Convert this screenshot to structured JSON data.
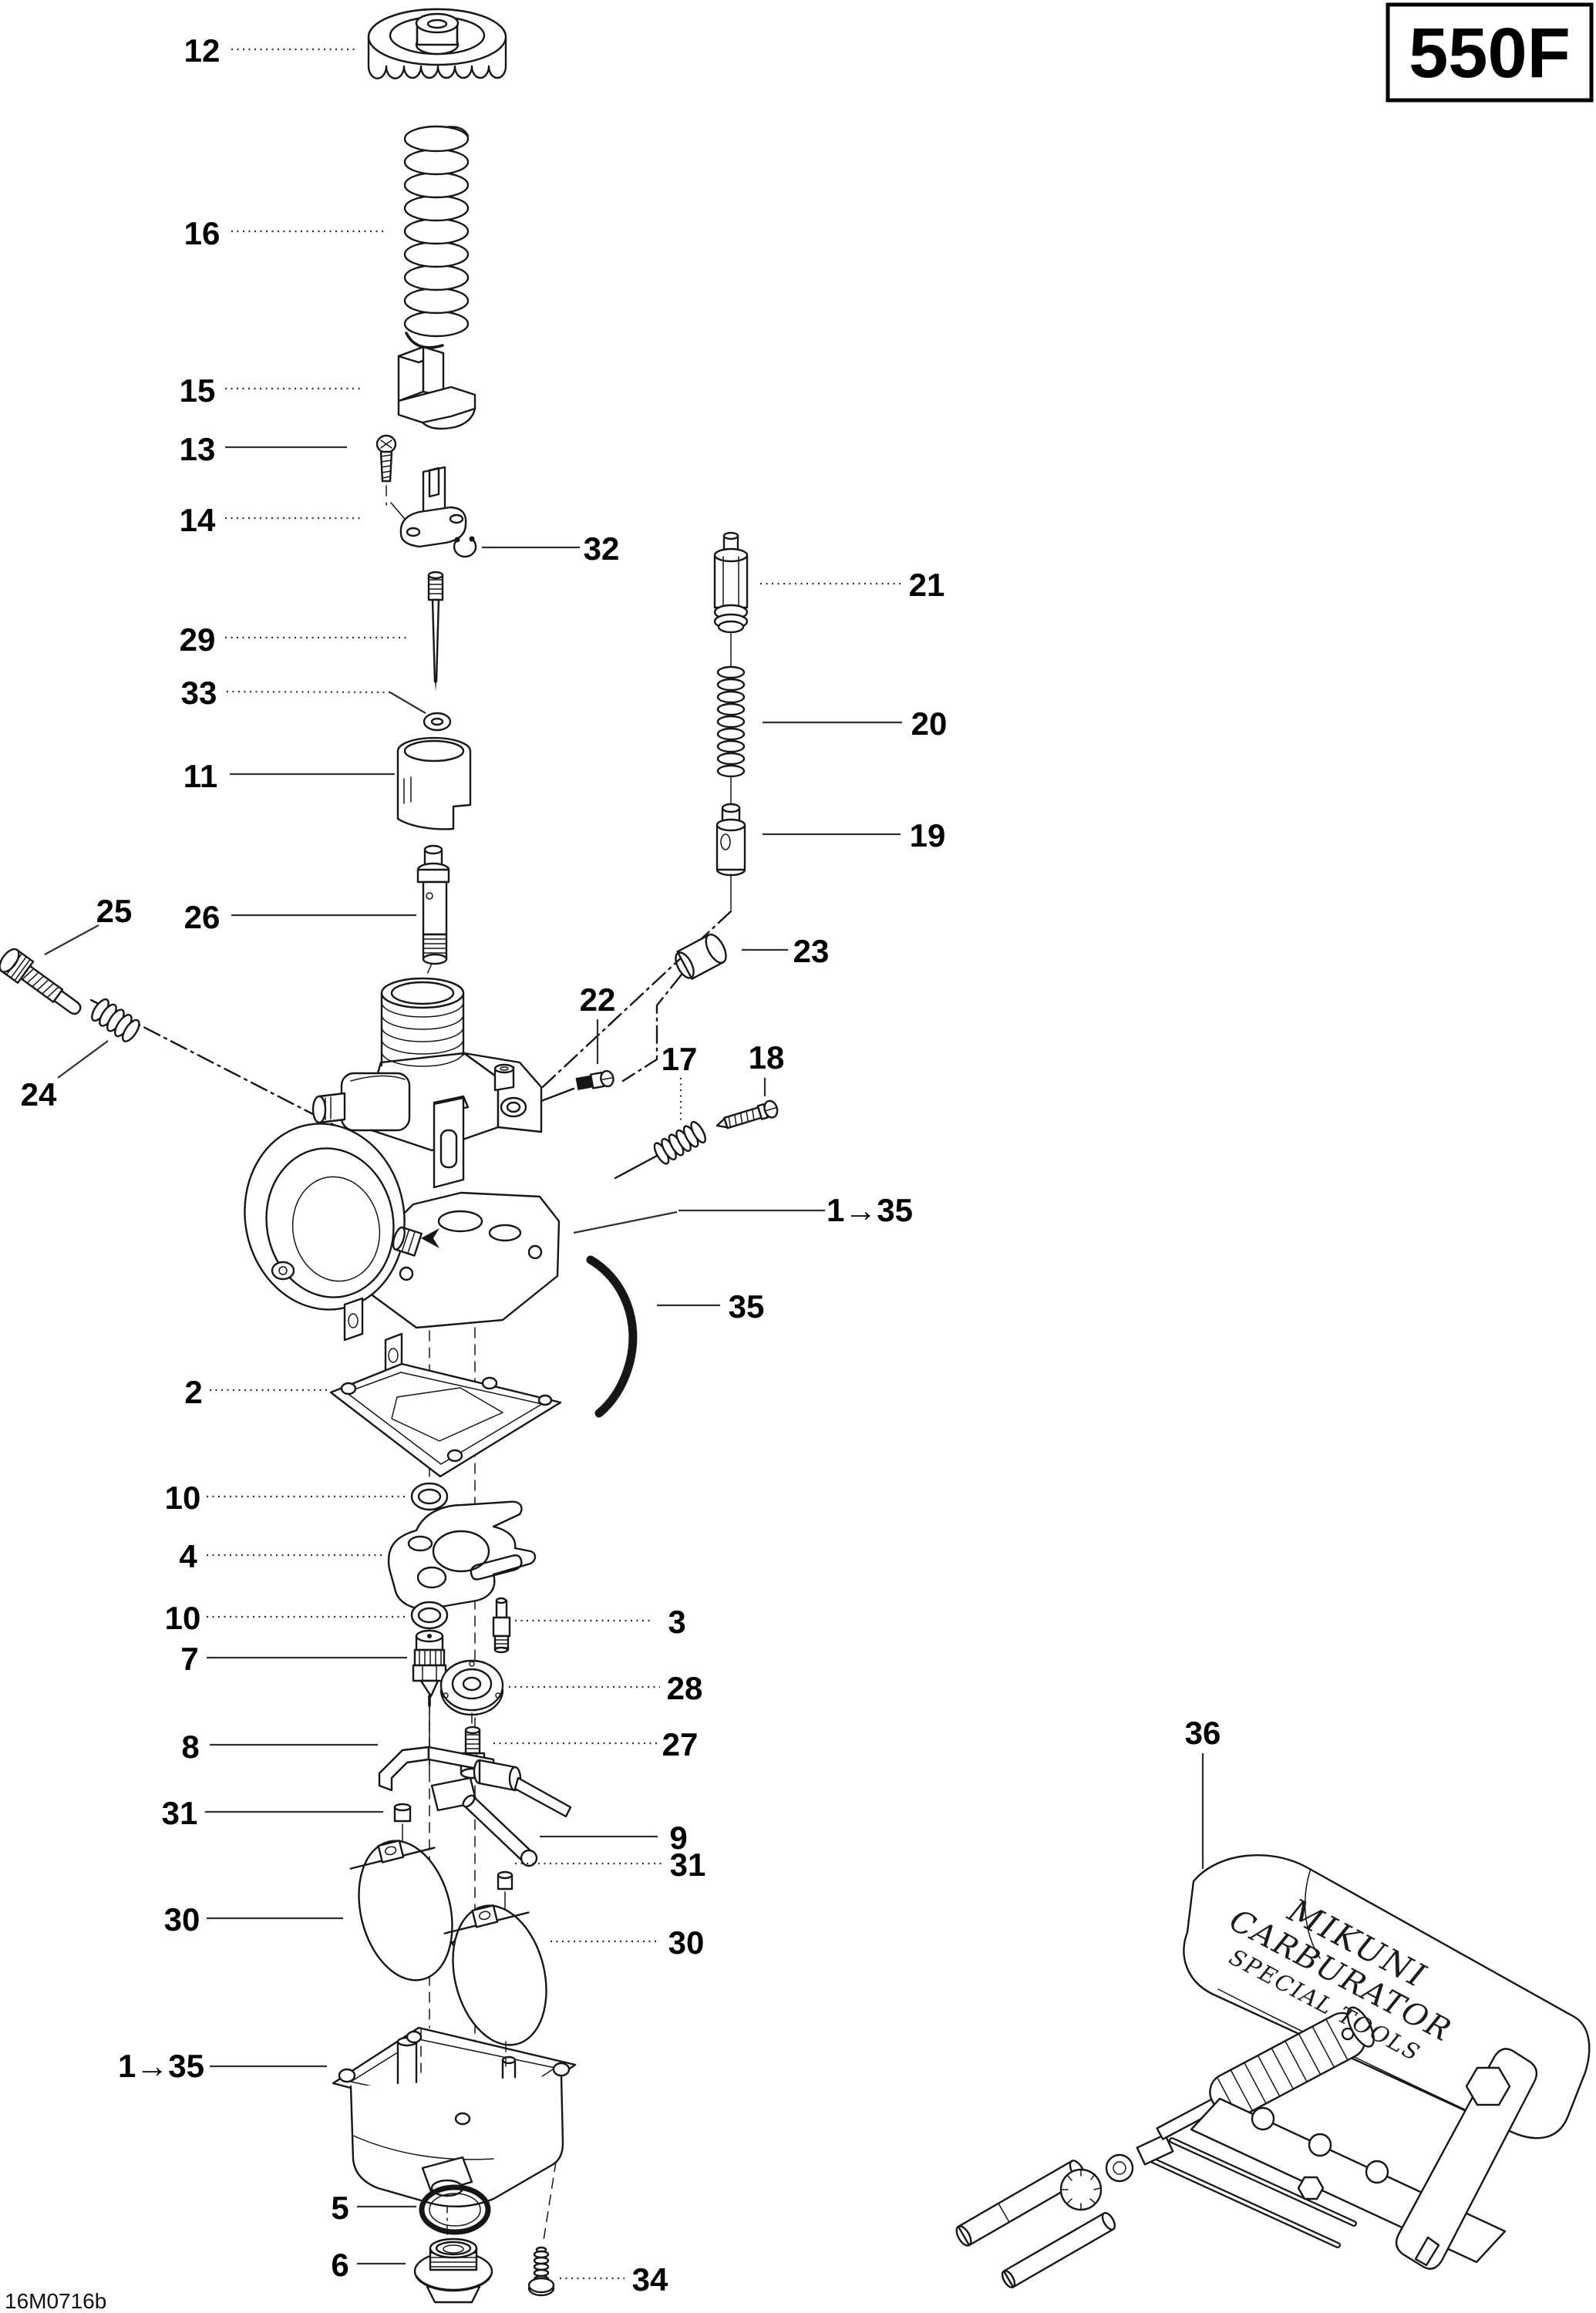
{
  "figure": {
    "variant_label": "550F",
    "drawing_code": "16M0716b",
    "colors": {
      "ink": "#161616",
      "background": "#ffffff"
    }
  },
  "toolkit": {
    "brand_line1": "MIKUNI",
    "brand_line2": "CARBURATOR",
    "brand_line3": "SPECIAL TOOLS"
  },
  "callouts": [
    {
      "id": "12",
      "label": "12"
    },
    {
      "id": "16",
      "label": "16"
    },
    {
      "id": "15",
      "label": "15"
    },
    {
      "id": "13",
      "label": "13"
    },
    {
      "id": "14",
      "label": "14"
    },
    {
      "id": "32",
      "label": "32"
    },
    {
      "id": "29",
      "label": "29"
    },
    {
      "id": "21",
      "label": "21"
    },
    {
      "id": "33",
      "label": "33"
    },
    {
      "id": "20",
      "label": "20"
    },
    {
      "id": "11",
      "label": "11"
    },
    {
      "id": "19",
      "label": "19"
    },
    {
      "id": "26",
      "label": "26"
    },
    {
      "id": "25",
      "label": "25"
    },
    {
      "id": "23",
      "label": "23"
    },
    {
      "id": "24",
      "label": "24"
    },
    {
      "id": "22",
      "label": "22"
    },
    {
      "id": "17",
      "label": "17"
    },
    {
      "id": "18",
      "label": "18"
    },
    {
      "id": "1-35-top",
      "label": "1→35"
    },
    {
      "id": "35",
      "label": "35"
    },
    {
      "id": "2",
      "label": "2"
    },
    {
      "id": "10-upper",
      "label": "10"
    },
    {
      "id": "4",
      "label": "4"
    },
    {
      "id": "10-lower",
      "label": "10"
    },
    {
      "id": "7",
      "label": "7"
    },
    {
      "id": "3",
      "label": "3"
    },
    {
      "id": "28",
      "label": "28"
    },
    {
      "id": "27",
      "label": "27"
    },
    {
      "id": "8",
      "label": "8"
    },
    {
      "id": "31-left",
      "label": "31"
    },
    {
      "id": "9",
      "label": "9"
    },
    {
      "id": "31-right",
      "label": "31"
    },
    {
      "id": "30-right",
      "label": "30"
    },
    {
      "id": "30-left",
      "label": "30"
    },
    {
      "id": "1-35-bottom",
      "label": "1→35"
    },
    {
      "id": "5",
      "label": "5"
    },
    {
      "id": "6",
      "label": "6"
    },
    {
      "id": "34",
      "label": "34"
    },
    {
      "id": "36",
      "label": "36"
    }
  ]
}
